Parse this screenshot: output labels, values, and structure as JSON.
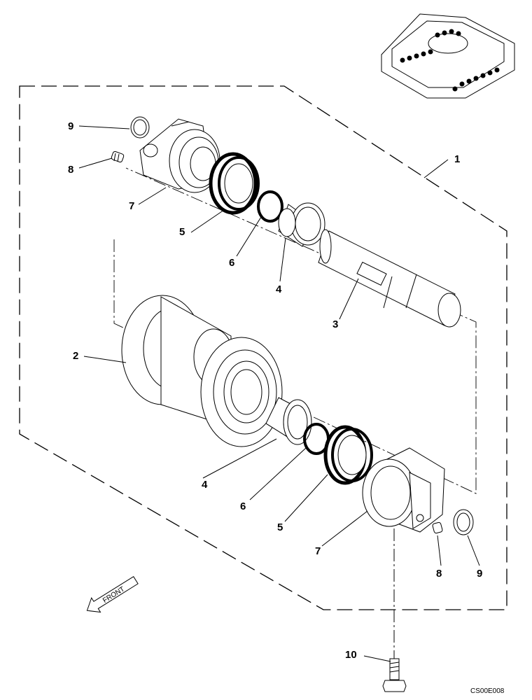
{
  "callouts": {
    "c1": "1",
    "c2": "2",
    "c3": "3",
    "c4a": "4",
    "c4b": "4",
    "c5a": "5",
    "c5b": "5",
    "c6a": "6",
    "c6b": "6",
    "c7a": "7",
    "c7b": "7",
    "c8a": "8",
    "c8b": "8",
    "c9a": "9",
    "c9b": "9",
    "c10": "10"
  },
  "front_label": "FRONT",
  "figure_code": "CS00E008",
  "icons": [
    "front-arrow-icon",
    "track-frame-locator-icon"
  ]
}
